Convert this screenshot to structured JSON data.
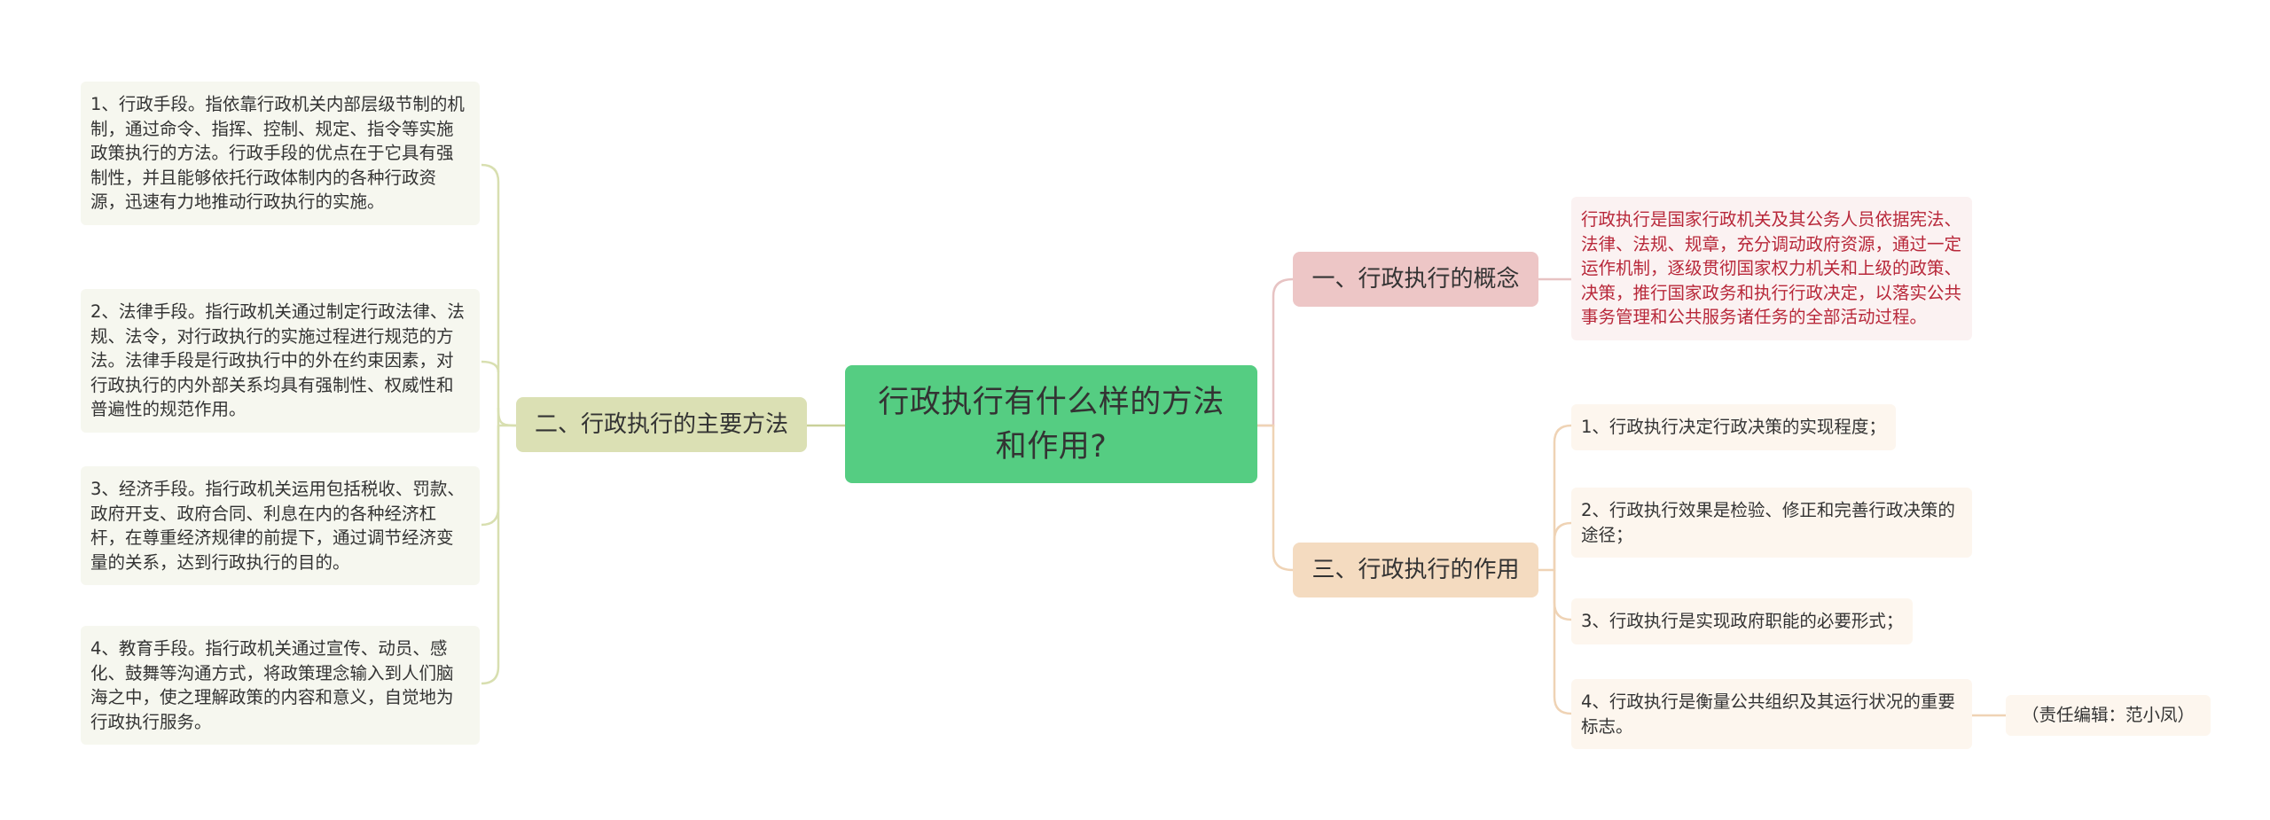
{
  "root": {
    "title": "行政执行有什么样的方法和作用?"
  },
  "methods": {
    "label": "二、行政执行的主要方法",
    "items": [
      "1、行政手段。指依靠行政机关内部层级节制的机制，通过命令、指挥、控制、规定、指令等实施政策执行的方法。行政手段的优点在于它具有强制性，并且能够依托行政体制内的各种行政资源，迅速有力地推动行政执行的实施。",
      "2、法律手段。指行政机关通过制定行政法律、法规、法令，对行政执行的实施过程进行规范的方法。法律手段是行政执行中的外在约束因素，对行政执行的内外部关系均具有强制性、权威性和普遍性的规范作用。",
      "3、经济手段。指行政机关运用包括税收、罚款、政府开支、政府合同、利息在内的各种经济杠杆，在尊重经济规律的前提下，通过调节经济变量的关系，达到行政执行的目的。",
      "4、教育手段。指行政机关通过宣传、动员、感化、鼓舞等沟通方式，将政策理念输入到人们脑海之中，使之理解政策的内容和意义，自觉地为行政执行服务。"
    ]
  },
  "concept": {
    "label": "一、行政执行的概念",
    "text": "行政执行是国家行政机关及其公务人员依据宪法、法律、法规、规章，充分调动政府资源，通过一定运作机制，逐级贯彻国家权力机关和上级的政策、决策，推行国家政务和执行行政决定，以落实公共事务管理和公共服务诸任务的全部活动过程。"
  },
  "roles": {
    "label": "三、行政执行的作用",
    "items": [
      "1、行政执行决定行政决策的实现程度；",
      "2、行政执行效果是检验、修正和完善行政决策的途径；",
      "3、行政执行是实现政府职能的必要形式；",
      "4、行政执行是衡量公共组织及其运行状况的重要标志。"
    ]
  },
  "editor": {
    "text": "（责任编辑：范小凤）"
  },
  "colors": {
    "root": "#55cd82",
    "methods_branch": "#dbe0b4",
    "concept_branch": "#edc6c6",
    "roles_branch": "#f4dbc0",
    "concept_text": "#b8283a"
  }
}
